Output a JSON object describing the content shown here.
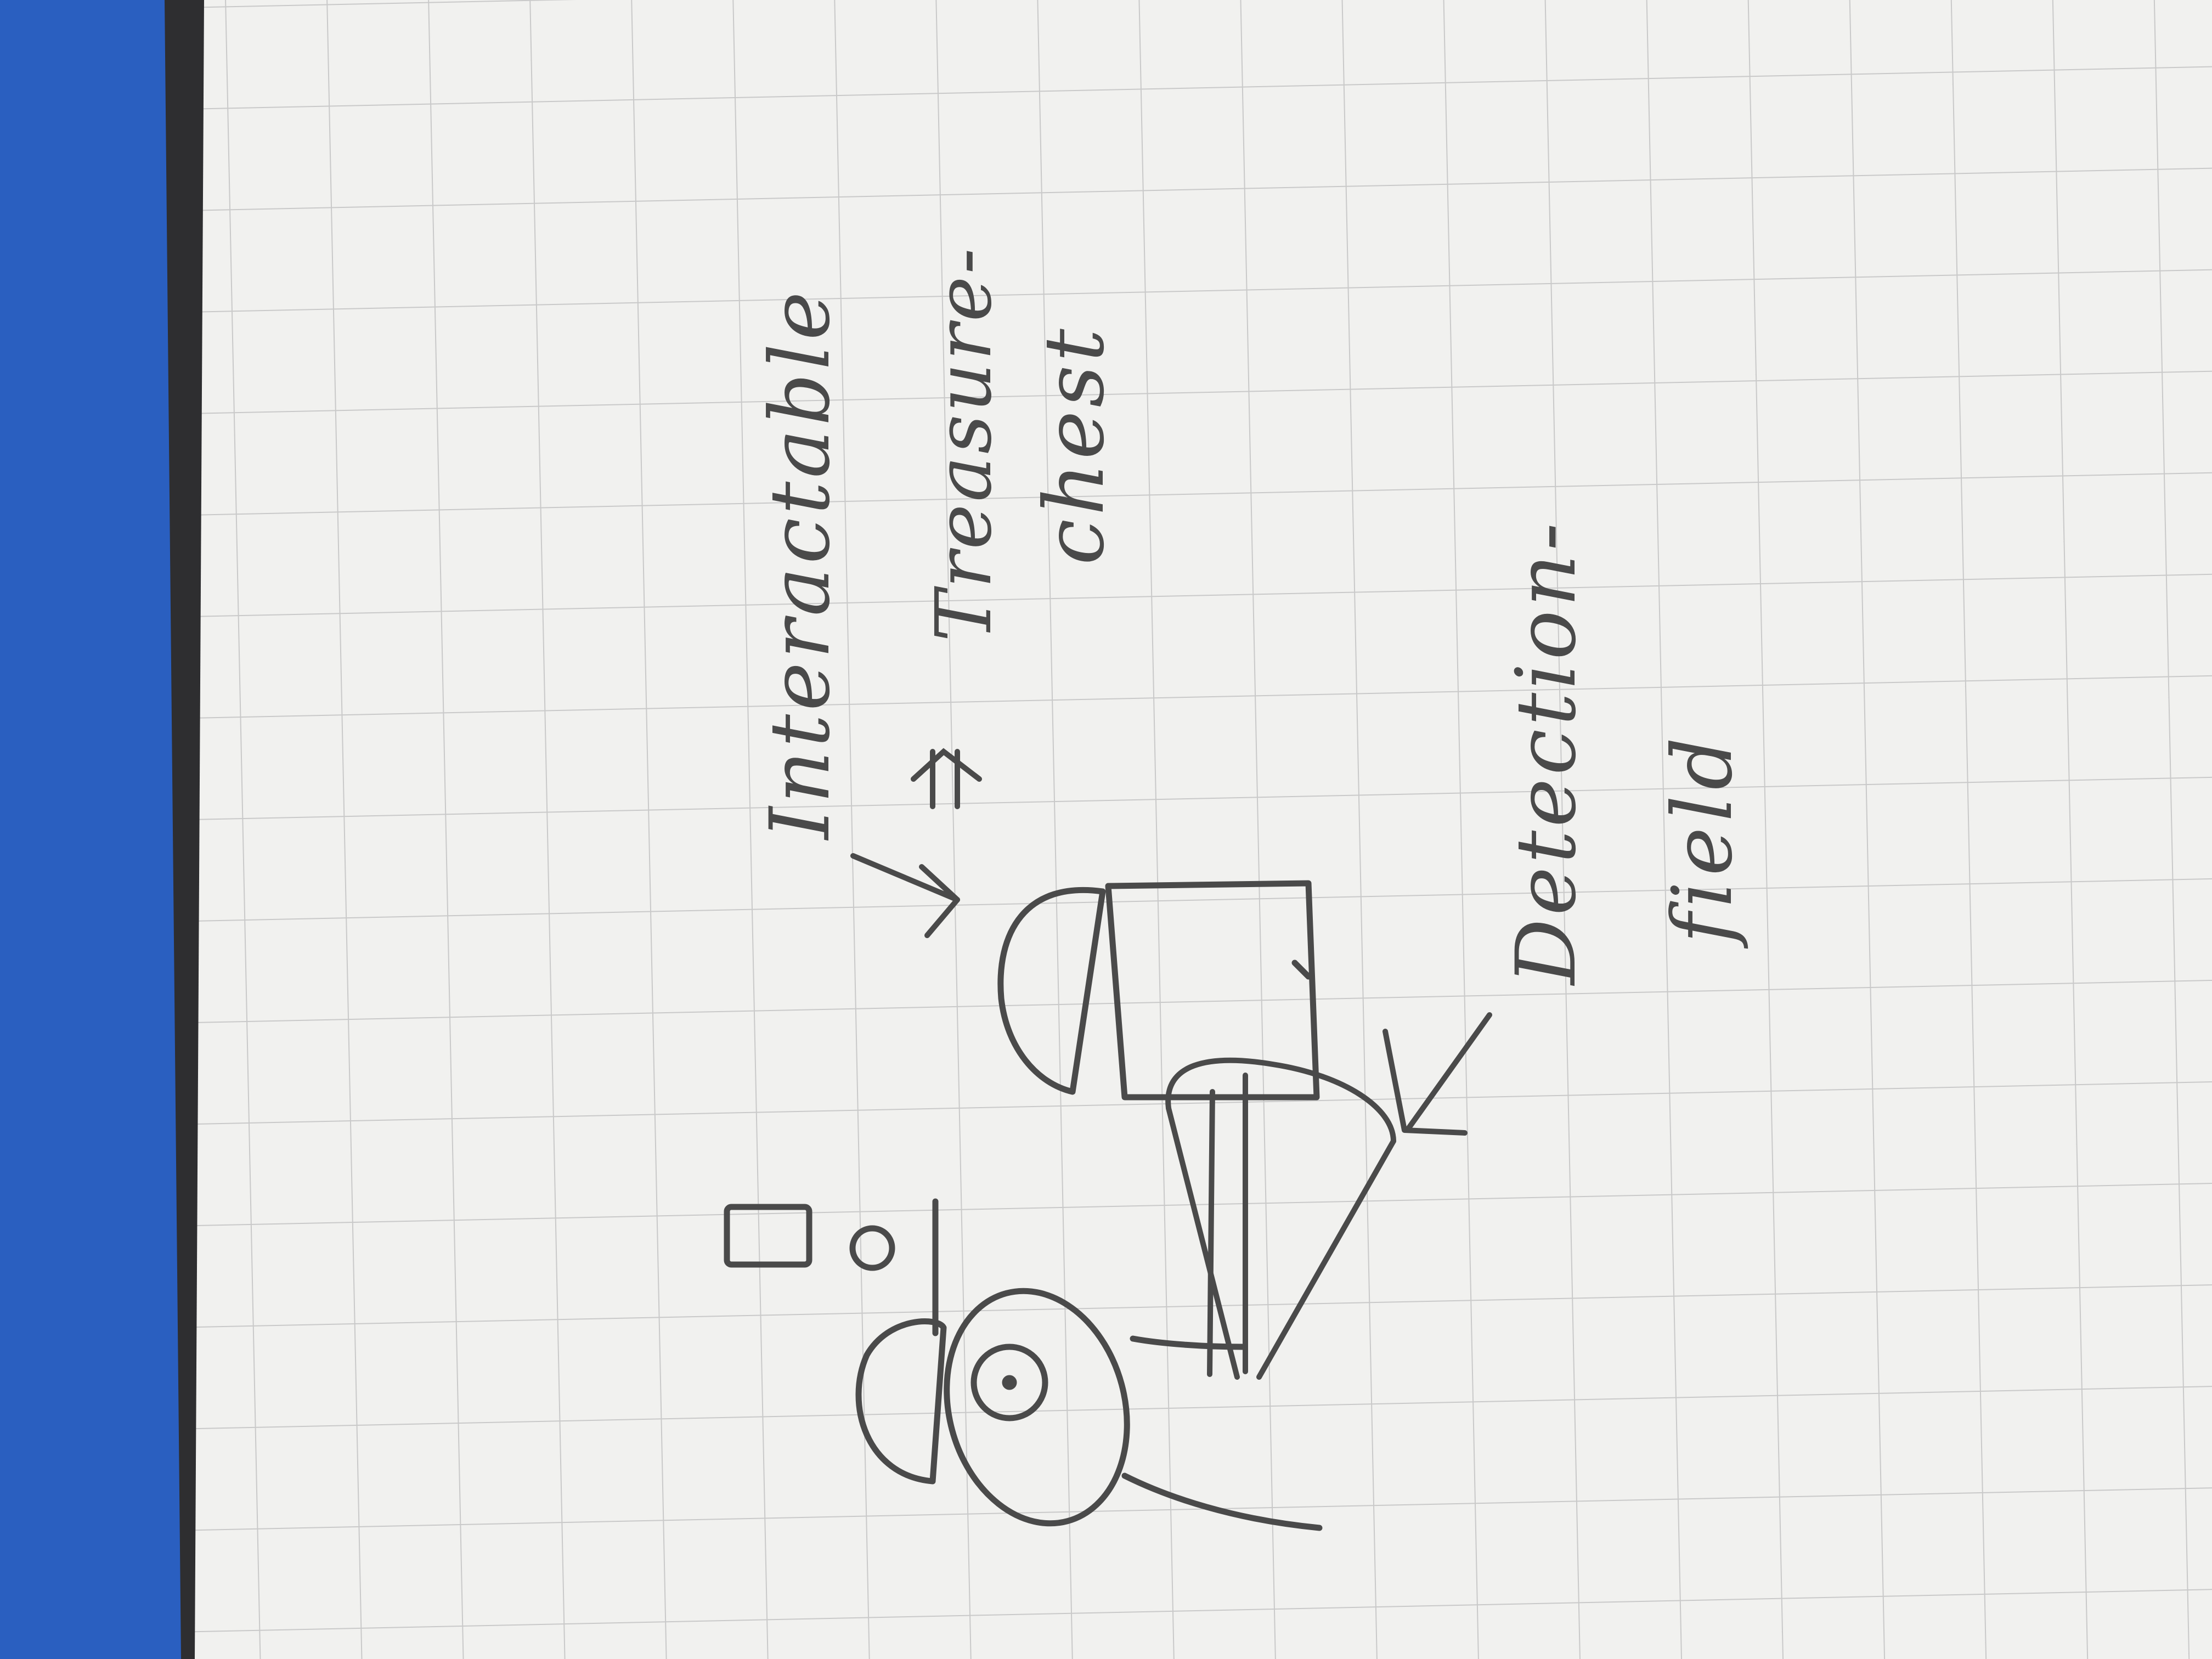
{
  "labels": {
    "interactable": "Interactable",
    "treasure_chest_line1": "Treasure-",
    "treasure_chest_line2": "chest",
    "detection_field_line1": "Detection-",
    "detection_field_line2": "field"
  },
  "colors": {
    "background_fabric": "#2a5fc0",
    "paper": "#f1f1ef",
    "grid": "#c9c9c9",
    "ink": "#4a4a4a",
    "paper_edge": "#2e2e30"
  },
  "icons": {
    "robot": "robot-icon",
    "chest": "treasure-chest-icon",
    "field": "detection-cone-icon"
  }
}
